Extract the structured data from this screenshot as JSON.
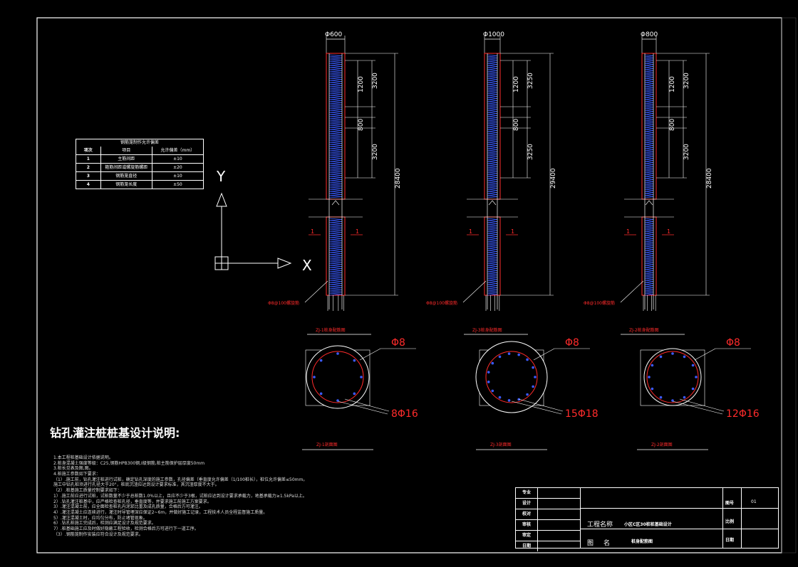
{
  "design_notes": {
    "title": "钻孔灌注桩桩基设计说明:",
    "lines": [
      "1.本工程桩基础设计依据说明。",
      "2.桩身混凝土强度等级：C25,钢筋HPB300钢,I级钢筋,桩主筋保护层厚度50mm",
      "3.桩长见表及图,图。",
      "4.桩施工参数如下要求：",
      "（1）.施工前，钻孔灌注桩进行试桩，确定钻孔深度的施工参数，孔径偏差（垂直度允许偏差（1/100桩长），桩位允许偏差≤50mm。",
      "   施工中钻孔桩须进行孔径大于20°，桩底沉渣应达到设计要求标准，其沉渣厚度不大于。",
      "（2）.桩基施工质量控制要求如下：",
      "  1）.施工前应进行试桩，试桩数量不少于总桩数1.0%以上，且应不少于3根，试桩应达到设计要求承载力，地基承载力≥1.5kPa以上。",
      "  2）.钻孔灌注桩基中，应严格检查桩孔径，垂直度等，并要求施工前施工方案要求。",
      "  3）.灌注混凝土前，应全面检查桩孔内泥浆比重及成孔质量，合格后方可灌注。",
      "  4）.灌注混凝土应连续进行，灌注时导管埋深应保证2~6m，并做好施工记录，工程技术人员全程监督施工质量。",
      "  5）.灌注混凝土时，应均匀分布，防止堵管现象。",
      "  6）.钻孔桩施工完成后，检测应满足设计及规范要求。",
      "  7）.桩基础施工应及时做好隐蔽工程验收，检测合格后方可进行下一道工序。",
      "（3）.钢筋笼制作安装应符合设计及规范要求。"
    ]
  },
  "tolerance_table": {
    "title": "钢筋笼制作允许偏差",
    "headers": [
      "项次",
      "项目",
      "允许偏差（mm）"
    ],
    "rows": [
      [
        "1",
        "主筋间距",
        "±10"
      ],
      [
        "2",
        "箍筋间距或螺旋筋螺距",
        "±20"
      ],
      [
        "3",
        "钢筋笼直径",
        "±10"
      ],
      [
        "4",
        "钢筋笼长度",
        "±50"
      ]
    ]
  },
  "axes": {
    "y": "Y",
    "x": "X"
  },
  "piles": [
    {
      "diameter_label": "Φ600",
      "dims": [
        "1200",
        "3200",
        "800",
        "3200"
      ],
      "total_len": "28400",
      "spiral_label": "Φ8@100螺旋筋",
      "section_mark": "1",
      "elev_caption": "ZJ-1桩身配筋图",
      "stirrup_label": "Φ8",
      "main_bar_label": "8Φ16",
      "section_caption": "ZJ-1剖面图"
    },
    {
      "diameter_label": "Φ1000",
      "dims": [
        "1200",
        "3250",
        "800",
        "3250"
      ],
      "total_len": "29400",
      "spiral_label": "Φ8@100螺旋筋",
      "section_mark": "1",
      "elev_caption": "ZJ-3桩身配筋图",
      "stirrup_label": "Φ8",
      "main_bar_label": "15Φ18",
      "section_caption": "ZJ-3剖面图"
    },
    {
      "diameter_label": "Φ800",
      "dims": [
        "1200",
        "3200",
        "800",
        "3200"
      ],
      "total_len": "28400",
      "spiral_label": "Φ8@100螺旋筋",
      "section_mark": "1",
      "elev_caption": "ZJ-2桩身配筋图",
      "stirrup_label": "Φ8",
      "main_bar_label": "12Φ16",
      "section_caption": "ZJ-2剖面图"
    }
  ],
  "title_block": {
    "roles": [
      "专业",
      "设计",
      "校对",
      "审核",
      "审定",
      "日期"
    ],
    "project_key": "工程名称",
    "project_value": "小区C区30桩桩基础设计",
    "drawing_key": "图名",
    "drawing_value": "桩身配筋图",
    "drawing_no_key": "图号",
    "drawing_no_value": "01",
    "scale_key": "比例",
    "date_key": "日期"
  },
  "colors": {
    "background": "#000000",
    "frame": "#ffffff",
    "rebar_red": "#ff2b2b",
    "spiral_blue": "#3b5bff",
    "dim_white": "#ffffff"
  }
}
